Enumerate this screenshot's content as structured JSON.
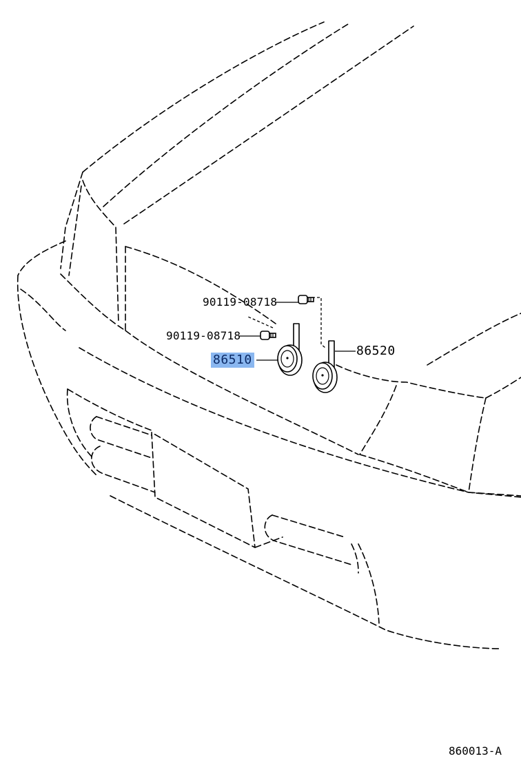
{
  "diagram": {
    "callouts": {
      "bolt_upper": "90119-08718",
      "bolt_lower": "90119-08718",
      "horn_left": "86510",
      "horn_right": "86520"
    },
    "reference": "860013-A",
    "highlight_color": "#8ab7f0",
    "line_color": "#000000"
  }
}
